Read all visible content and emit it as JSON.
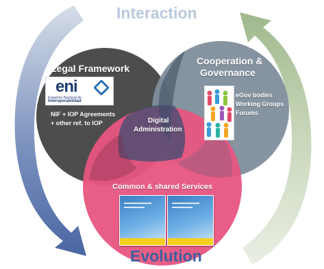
{
  "diagram": {
    "top_label": "Interaction",
    "bottom_label": "Evolution",
    "center_label_line1": "Digital",
    "center_label_line2": "Administration",
    "legal": {
      "title": "Legal Framework",
      "logo_word": "eni",
      "logo_line1": "Esquema Nacional de",
      "logo_line2": "Interoperabilidad",
      "item1": "NIF + IOP Agreements",
      "item2": "+ other ref. to IOP"
    },
    "cooperation": {
      "title_line1": "Cooperation &",
      "title_line2": "Governance",
      "item1": "eGov bodies",
      "item2": "Working Groups",
      "item3": "Forums"
    },
    "services": {
      "title": "Common & shared Services"
    },
    "colors": {
      "legal_circle": "#4a4a4a",
      "cooperation_circle": "#7a8a99",
      "services_circle": "#e8557f",
      "top_label": "#b9c9dc",
      "bottom_label": "#3e5f9e",
      "arrow_left": "#4f6aa6",
      "arrow_right": "#b6c9a2"
    },
    "icons": [
      "eni-logo-icon",
      "people-icon",
      "document-icon"
    ]
  }
}
